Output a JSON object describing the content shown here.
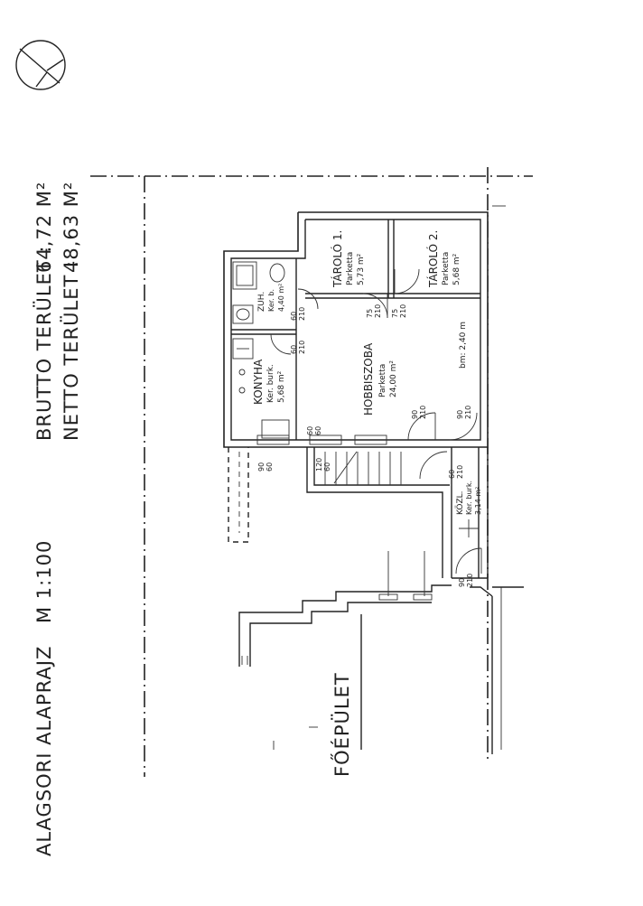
{
  "title": {
    "plan": "ALAGSORI  ALAPRAJZ",
    "scale": "M 1:100"
  },
  "areas": {
    "brutto_label": "BRUTTO TERÜLET :",
    "brutto_value": "64,72 M²",
    "netto_label": "NETTO TERÜLET :",
    "netto_value": "48,63 M²"
  },
  "building": {
    "main": "FŐÉPÜLET"
  },
  "rooms": {
    "tarolo1": {
      "name": "TÁROLÓ 1.",
      "floor": "Parketta",
      "area": "5,73 m²"
    },
    "tarolo2": {
      "name": "TÁROLÓ 2.",
      "floor": "Parketta",
      "area": "5,68 m²"
    },
    "hobbi": {
      "name": "HOBBISZOBA",
      "floor": "Parketta",
      "area": "24,00 m²",
      "height": "bm: 2,40 m"
    },
    "zuh": {
      "name": "ZUH.",
      "floor": "Ker. b.",
      "area": "4,40 m²"
    },
    "konyha": {
      "name": "KONYHA",
      "floor": "Ker. burk.",
      "area": "5,68 m²"
    },
    "kozl": {
      "name": "KÖZL.",
      "floor": "Ker. burk.",
      "area": "3,14 m²"
    }
  },
  "dimensions": [
    {
      "w": "75",
      "h": "210"
    },
    {
      "w": "75",
      "h": "210"
    },
    {
      "w": "60",
      "h": "210"
    },
    {
      "w": "60",
      "h": "210"
    },
    {
      "w": "90",
      "h": "210"
    },
    {
      "w": "90",
      "h": "210"
    },
    {
      "w": "90",
      "h": "60"
    },
    {
      "w": "90",
      "h": "210"
    },
    {
      "w": "60",
      "h": "60"
    },
    {
      "w": "120",
      "h": "60"
    },
    {
      "w": "60",
      "h": "210"
    }
  ],
  "icons": {
    "north": "north-arrow-icon"
  }
}
